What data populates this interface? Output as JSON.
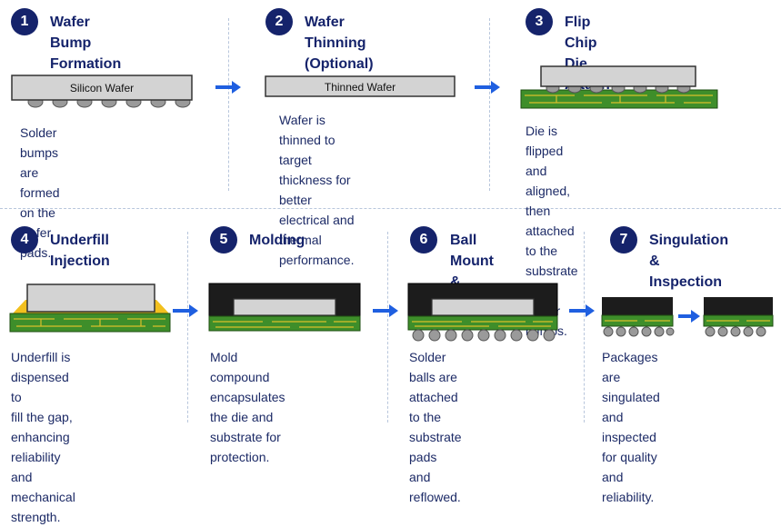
{
  "steps": [
    {
      "number": "1",
      "title": "Wafer Bump\nFormation",
      "description": "Solder bumps are formed\non the wafer pads.",
      "label": "Silicon Wafer"
    },
    {
      "number": "2",
      "title": "Wafer Thinning\n(Optional)",
      "description": "Wafer is thinned to target\nthickness for better\nelectrical and thermal\nperformance.",
      "label": "Thinned Wafer"
    },
    {
      "number": "3",
      "title": "Flip Chip Die\nAttach",
      "description": "Die is flipped and aligned,\nthen attached to the\nsubstrate with solder\nbumps."
    },
    {
      "number": "4",
      "title": "Underfill\nInjection",
      "description": "Underfill is dispensed to\nfill the gap, enhancing\nreliability and mechanical\nstrength."
    },
    {
      "number": "5",
      "title": "Molding",
      "description": "Mold compound\nencapsulates the die and\nsubstrate for protection."
    },
    {
      "number": "6",
      "title": "Ball Mount &\nReflow",
      "description": "Solder balls are attached\nto the substrate pads\nand reflowed."
    },
    {
      "number": "7",
      "title": "Singulation &\nInspection",
      "description": "Packages are singulated\nand inspected for quality\nand reliability."
    }
  ],
  "colors": {
    "badge": "#15236b",
    "title": "#15236b",
    "arrow": "#1f5fe0",
    "die": "#d3d3d3",
    "substrate": "#3e8e2a",
    "underfill": "#f2c01e",
    "mold": "#1c1c1c",
    "solder": "#9a9a9a"
  }
}
